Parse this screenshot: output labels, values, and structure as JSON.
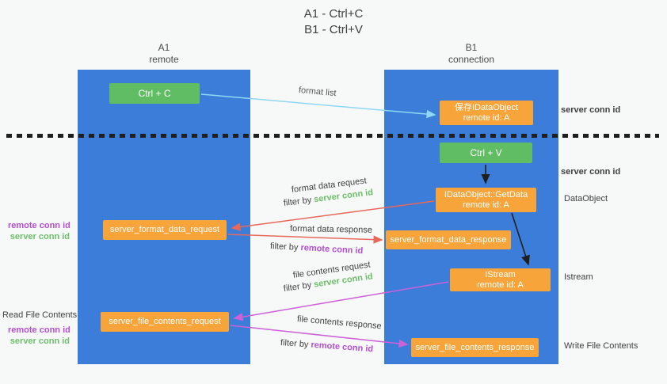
{
  "colors": {
    "lane_blue": "#3b7dd8",
    "box_green": "#61bd63",
    "box_orange": "#f7a43a",
    "arrow_blue": "#8fd7f2",
    "arrow_red": "#e8685a",
    "arrow_magenta": "#cd61d8",
    "arrow_black": "#1f1f1f",
    "text_green": "#6dbf6b",
    "text_purple": "#b24fd2",
    "text_dark": "#3f3f3f"
  },
  "title": {
    "line1": "A1 - Ctrl+C",
    "line2": "B1 - Ctrl+V"
  },
  "lanes": {
    "a1": {
      "name": "A1",
      "subtitle": "remote"
    },
    "b1": {
      "name": "B1",
      "subtitle": "connection"
    }
  },
  "nodes": {
    "ctrl_c": {
      "label": "Ctrl + C"
    },
    "ctrl_v": {
      "label": "Ctrl + V"
    },
    "save_dataobject": {
      "line1": "保存IDataObject",
      "line2": "remote id: A"
    },
    "getdata": {
      "line1": "IDataObject::GetData",
      "line2": "remote id: A"
    },
    "istream": {
      "line1": "IStream",
      "line2": "remote id: A"
    },
    "format_request": {
      "label": "server_format_data_request"
    },
    "format_response": {
      "label": "server_format_data_response"
    },
    "file_request": {
      "label": "server_file_contents_request"
    },
    "file_response": {
      "label": "server_file_contents_response"
    }
  },
  "arrow_labels": {
    "format_list": "format list",
    "format_data_request": "format data request",
    "format_data_response": "format data response",
    "file_contents_request": "file contents request",
    "file_contents_response": "file contents response",
    "filter_by": "filter by",
    "server_conn_id": "server conn id",
    "remote_conn_id": "remote conn id"
  },
  "side_labels": {
    "server_conn_id_top": "server conn id",
    "server_conn_id_mid": "server conn id",
    "dataobject": "DataObject",
    "istream": "Istream",
    "write_file_contents": "Write File Contents",
    "read_file_contents": "Read File Contents",
    "remote_conn_id": "remote conn id",
    "server_conn_id": "server conn id"
  }
}
